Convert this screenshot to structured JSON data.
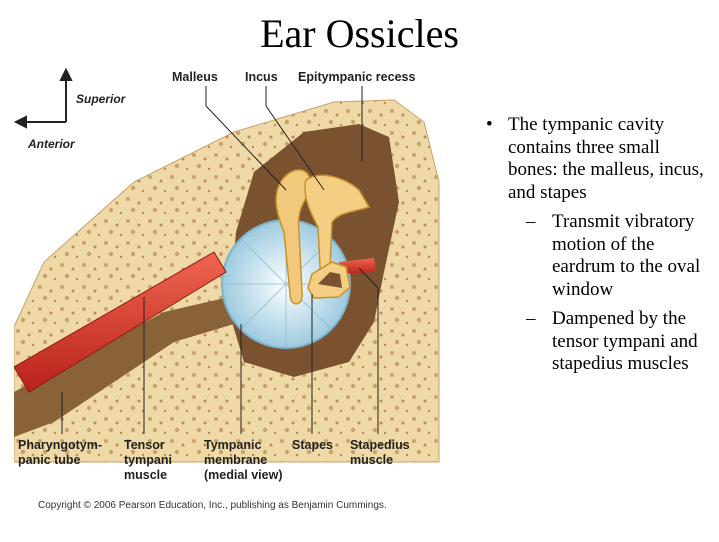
{
  "slide": {
    "title": "Ear Ossicles"
  },
  "diagram": {
    "orientation": {
      "superior": "Superior",
      "anterior": "Anterior"
    },
    "labels": {
      "malleus": "Malleus",
      "incus": "Incus",
      "epitympanic_recess": "Epitympanic recess",
      "pharyngotympanic_tube_line1": "Pharyngotym-",
      "pharyngotympanic_tube_line2": "panic tube",
      "tensor_tympani_line1": "Tensor",
      "tensor_tympani_line2": "tympani",
      "tensor_tympani_line3": "muscle",
      "tympanic_membrane_line1": "Tympanic",
      "tympanic_membrane_line2": "membrane",
      "tympanic_membrane_line3": "(medial view)",
      "stapes": "Stapes",
      "stapedius_line1": "Stapedius",
      "stapedius_line2": "muscle"
    },
    "copyright": "Copyright © 2006 Pearson Education, Inc., publishing as Benjamin Cummings.",
    "colors": {
      "bone": "#efd9a6",
      "cavity": "#7a5230",
      "ossicle": "#f2c97a",
      "membrane": "#bfe0ec",
      "muscle": "#d8382c"
    }
  },
  "bullets": {
    "main": "The tympanic cavity contains three small bones: the malleus, incus, and stapes",
    "sub1": "Transmit vibratory motion of the eardrum to the oval window",
    "sub2": "Dampened by the tensor tympani and stapedius muscles",
    "marker_main": "•",
    "marker_sub": "–"
  }
}
